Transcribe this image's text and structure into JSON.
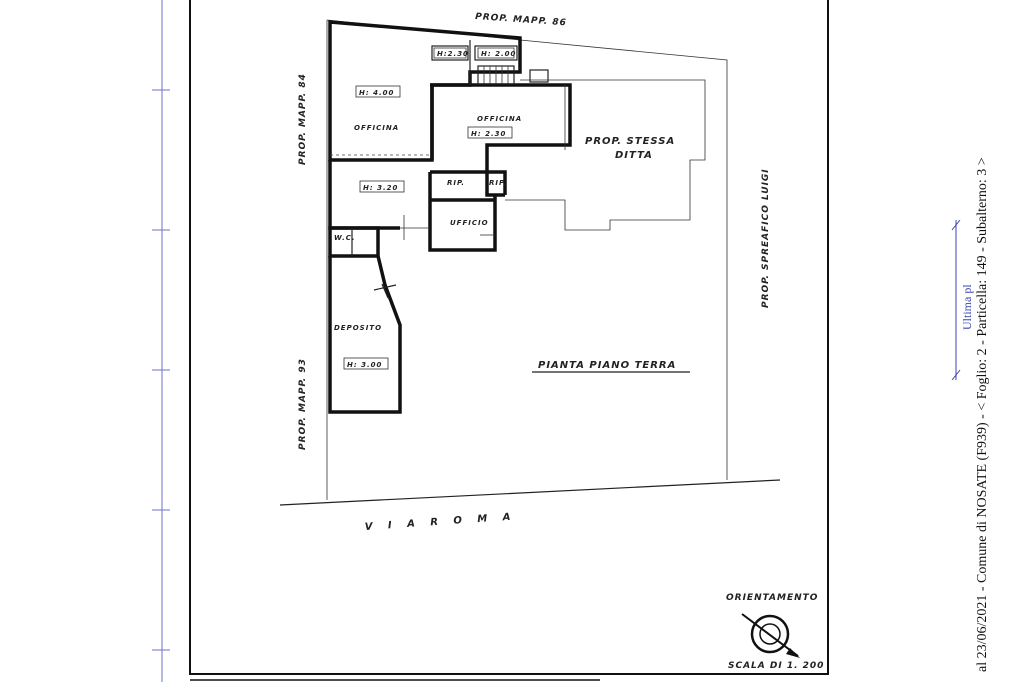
{
  "plan": {
    "neighbor_top": "PROP. MAPP. 86",
    "neighbor_left_top": "PROP. MAPP. 84",
    "neighbor_left_bottom": "PROP. MAPP. 93",
    "neighbor_right": "PROP. SPREAFICO LUIGI",
    "same_company_line1": "PROP. STESSA",
    "same_company_line2": "DITTA",
    "street": "V I A    R O M A",
    "title": "PIANTA PIANO TERRA",
    "orientation": "ORIENTAMENTO",
    "scale": "SCALA DI 1. 200",
    "rooms": {
      "officina_left": "OFFICINA",
      "officina_center": "OFFICINA",
      "ufficio": "UFFICIO",
      "ripostiglio_1": "RIP.",
      "ripostiglio_2": "RIP.",
      "wc": "W.C.",
      "deposito": "DEPOSITO"
    },
    "heights": {
      "h_top_left": "H:2.30",
      "h_top_right": "H: 2.00",
      "h_officina_left": "H: 4.00",
      "h_officina_center": "H: 2.30",
      "h_middle": "H: 3.20",
      "h_deposito": "H: 3.00"
    }
  },
  "stamp": {
    "vertical_text": "al 23/06/2021 - Comune di NOSATE (F939) - < Foglio: 2 - Particella: 149 - Subalterno: 3 >",
    "mark_text": "Ultima pl"
  }
}
